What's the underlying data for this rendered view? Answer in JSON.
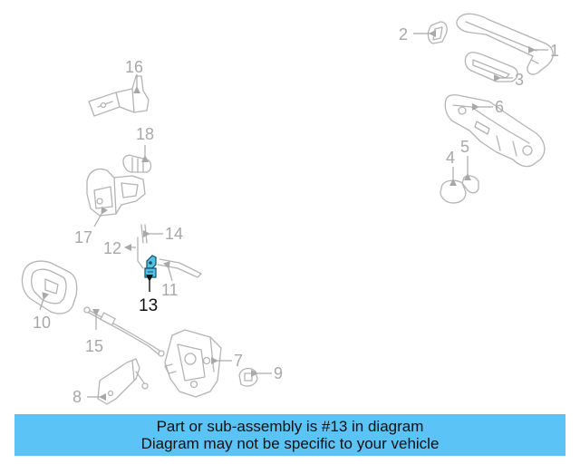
{
  "colors": {
    "highlight_part": "#4ec3e8",
    "banner_background": "#5bc3f5",
    "part_outline": "#b4b4b4",
    "callout_text": "#a8a8a8"
  },
  "callouts": {
    "c1": "1",
    "c2": "2",
    "c3": "3",
    "c4": "4",
    "c5": "5",
    "c6": "6",
    "c7": "7",
    "c8": "8",
    "c9": "9",
    "c10": "10",
    "c11": "11",
    "c12": "12",
    "c13": "13",
    "c14": "14",
    "c15": "15",
    "c16": "16",
    "c17": "17",
    "c18": "18"
  },
  "highlighted_part": "13",
  "banner": {
    "line1": "Part or sub-assembly is #13 in diagram",
    "line2": "Diagram may not be specific to your vehicle"
  }
}
